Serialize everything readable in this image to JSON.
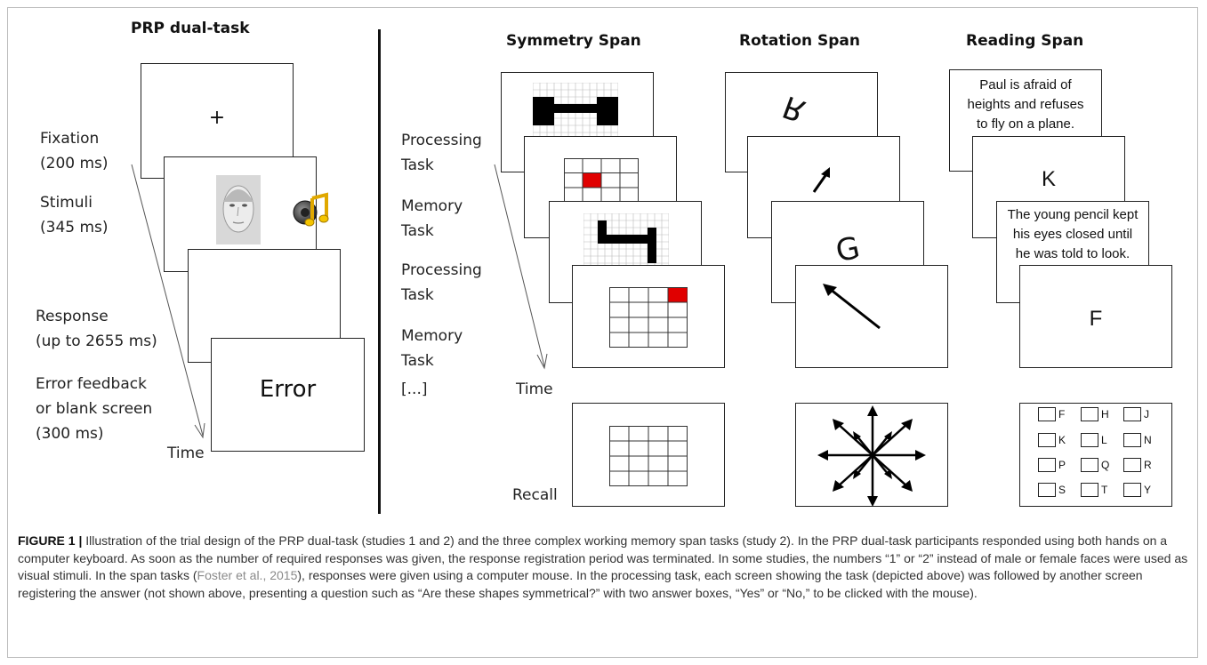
{
  "headings": {
    "prp": "PRP dual-task",
    "symmetry": "Symmetry Span",
    "rotation": "Rotation Span",
    "reading": "Reading Span"
  },
  "prp": {
    "fixation": "Fixation",
    "fixation_time": "(200 ms)",
    "stimuli": "Stimuli",
    "stimuli_time": "(345 ms)",
    "response": "Response",
    "response_time": "(up to 2655 ms)",
    "error1": "Error feedback",
    "error2": "or blank screen",
    "error_time": "(300 ms)",
    "time": "Time",
    "fixation_symbol": "+",
    "error_text": "Error"
  },
  "span_labels": {
    "processing1a": "Processing",
    "processing1b": "Task",
    "memory1a": "Memory",
    "memory1b": "Task",
    "processing2a": "Processing",
    "processing2b": "Task",
    "memory2a": "Memory",
    "memory2b": "Task",
    "ellipsis": "[...]",
    "time": "Time",
    "recall": "Recall"
  },
  "rotation": {
    "letter1": "R",
    "letter2": "G"
  },
  "reading": {
    "sentence1_l1": "Paul is afraid of",
    "sentence1_l2": "heights and refuses",
    "sentence1_l3": "to fly on a plane.",
    "letter1": "K",
    "sentence2_l1": "The young pencil kept",
    "sentence2_l2": "his eyes closed until",
    "sentence2_l3": "he was told to look.",
    "letter2": "F",
    "recall_letters": [
      "F",
      "H",
      "J",
      "K",
      "L",
      "N",
      "P",
      "Q",
      "R",
      "S",
      "T",
      "Y"
    ]
  },
  "caption": {
    "figure_label": "FIGURE 1 |",
    "text1": " Illustration of the trial design of the PRP dual-task (studies 1 and 2) and the three complex working memory span tasks (study 2). In the PRP dual-task participants responded using both hands on a computer keyboard. As soon as the number of required responses was given, the response registration period was terminated. In some studies, the numbers “1” or “2” instead of male or female faces were used as visual stimuli. In the span tasks (",
    "reference": "Foster et al., 2015",
    "text2": "), responses were given using a computer mouse. In the processing task, each screen showing the task (depicted above) was followed by another screen registering the answer (not shown above, presenting a question such as “Are these shapes symmetrical?” with two answer boxes, “Yes” or “No,” to be clicked with the mouse)."
  },
  "colors": {
    "highlight": "#e00000",
    "frame": "#bdbdbd",
    "reference": "#8a8a8a"
  }
}
